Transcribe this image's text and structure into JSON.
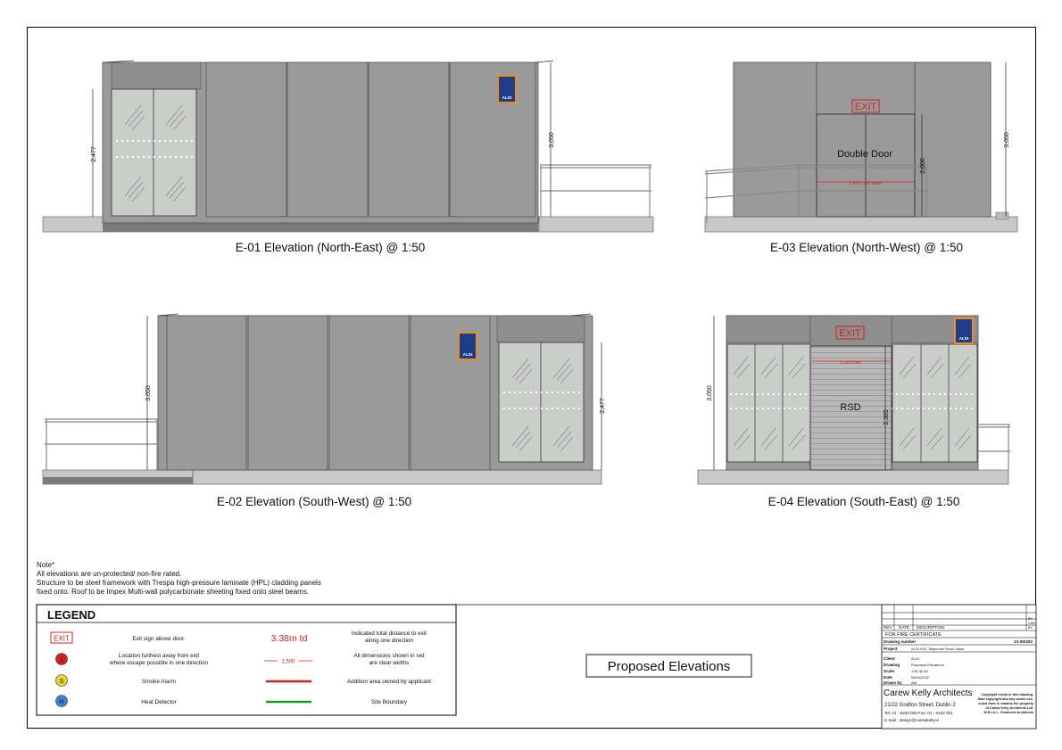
{
  "colors": {
    "panel": "#9a9a9a",
    "panel_dark": "#8c8c8c",
    "glass": "#c9cec9",
    "base": "#c8c8c8",
    "exit_red": "#d81f1f",
    "site_green": "#1a9a2a",
    "smoke_yellow": "#e9d22a",
    "heat_blue": "#3b7fd3"
  },
  "elevations": {
    "e01": {
      "caption": "E-01 Elevation (North-East) @ 1:50",
      "dim_height": "2,477",
      "dim_total": "3,050",
      "logo": "ALDI"
    },
    "e03": {
      "caption": "E-03 Elevation (North-West) @ 1:50",
      "exit": "EXIT",
      "door": "Double Door",
      "clear_width": "1,500 Clear Width",
      "dim_door": "2,000",
      "dim_total": "3,050"
    },
    "e02": {
      "caption": "E-02 Elevation (South-West) @ 1:50",
      "dim_total": "3,050",
      "dim_height": "2,477",
      "logo": "ALDI"
    },
    "e04": {
      "caption": "E-04 Elevation (South-East)  @ 1:50",
      "exit": "EXIT",
      "rsd": "RSD",
      "clear": "1,500 Clear",
      "dim_door": "2,385",
      "dim_total": "3,050",
      "logo": "ALDI"
    }
  },
  "notes": {
    "title": "Note*",
    "lines": [
      "All elevations are un-protected/ non-fire rated.",
      "Structure to be steel framework with Trespa high-pressure laminate (HPL) cladding panels",
      "fixed onto. Roof to be Impex Multi-wall polycarbonate sheeting fixed onto steel beams."
    ]
  },
  "legend": {
    "title": "LEGEND",
    "items": [
      {
        "symbol": "EXIT",
        "label": "Exit sign above door."
      },
      {
        "symbol": "1",
        "label_lines": [
          "Location furthest away from exit",
          "where escape possible in one direction"
        ]
      },
      {
        "symbol": "S",
        "label": "Smoke Alarm"
      },
      {
        "symbol": "H",
        "label": "Heat Detector"
      }
    ],
    "items_right": [
      {
        "symbol": "3.38m td",
        "label_lines": [
          "Indicated total distance to exit",
          "along one direction"
        ]
      },
      {
        "symbol": "1,500",
        "label_lines": [
          "All dimensions shown in red",
          "are clear widths"
        ]
      },
      {
        "label": "Addition area owned by applicant"
      },
      {
        "label": "Site Boundary"
      }
    ]
  },
  "drawing_title": "Proposed Elevations",
  "title_block": {
    "rev_headers": [
      "REV",
      "DATE",
      "DESCRIPTION"
    ],
    "chk_header": [
      "BK",
      "CHK",
      "BY"
    ],
    "status": "FOR FIRE CERTIFICATE",
    "drawing_number_label": "Drawing number",
    "drawing_number": "21-50/203",
    "rows": [
      {
        "label": "Project",
        "value": "ALDI D03, Maynooth Road, Naas"
      },
      {
        "label": "Client",
        "value": "ALDI"
      },
      {
        "label": "Drawing",
        "value": "Proposed Elevations"
      },
      {
        "label": "Scale",
        "value": "1:50 @ A3"
      },
      {
        "label": "Date",
        "value": "08/04/2022"
      },
      {
        "label": "Drawn by",
        "value": "AM"
      }
    ],
    "firm": "Carew Kelly  Architects",
    "address": "21/22 Grafton Street, Dublin 2",
    "phone": "Tel:  01 - 6333 000   Fax:  01 - 6333 001",
    "email": "E-mail :  design@carewkelly.ie",
    "copyright_lines": [
      "Copyright  exists  in  this  drawing.",
      "Said copyright and any works exe-",
      "cuted from it remains the  property",
      "of   Carew Kelly Architects Ltd.",
      "M.R.I.A.I., Chartered Architects"
    ]
  }
}
